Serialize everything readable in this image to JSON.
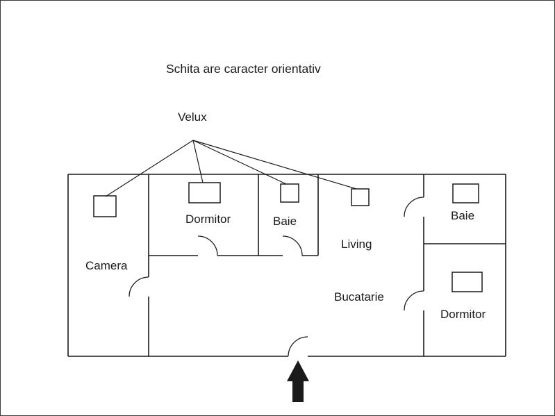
{
  "title": "Schita are caracter orientativ",
  "velux": {
    "label": "Velux"
  },
  "rooms": {
    "camera": {
      "label": "Camera"
    },
    "dormitor_left": {
      "label": "Dormitor"
    },
    "baie_left": {
      "label": "Baie"
    },
    "living": {
      "label": "Living"
    },
    "baie_right": {
      "label": "Baie"
    },
    "bucatarie": {
      "label": "Bucatarie"
    },
    "dormitor_right": {
      "label": "Dormitor"
    }
  },
  "icons": {
    "entrance": "up-arrow"
  },
  "colors": {
    "line": "#1a1a1a",
    "arrow_fill": "#1a1a1a",
    "background": "#ffffff"
  }
}
